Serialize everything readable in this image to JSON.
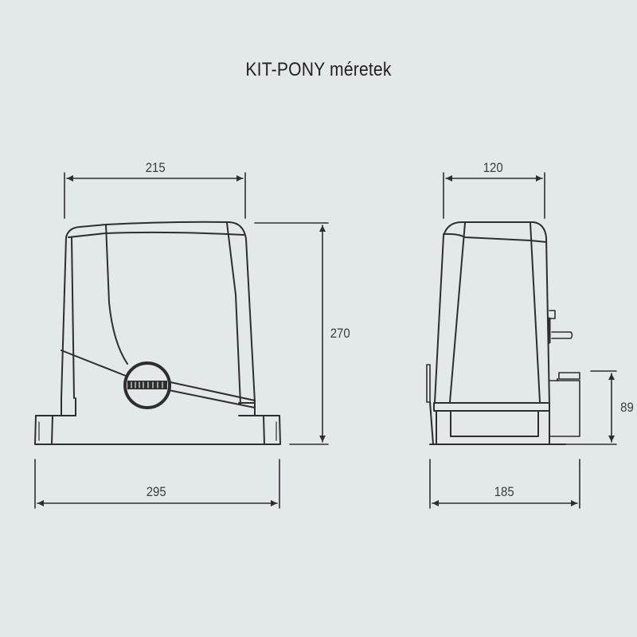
{
  "title": "KIT-PONY méretek",
  "front_view": {
    "top_width_label": "215",
    "height_label": "270",
    "base_width_label": "295",
    "logo_icon": "brand-logo-badge"
  },
  "side_view": {
    "top_width_label": "120",
    "bracket_height_label": "89",
    "base_width_label": "185"
  },
  "colors": {
    "background": "#e3e8e9",
    "line": "#2e2e2e",
    "text": "#3b3b3b"
  }
}
